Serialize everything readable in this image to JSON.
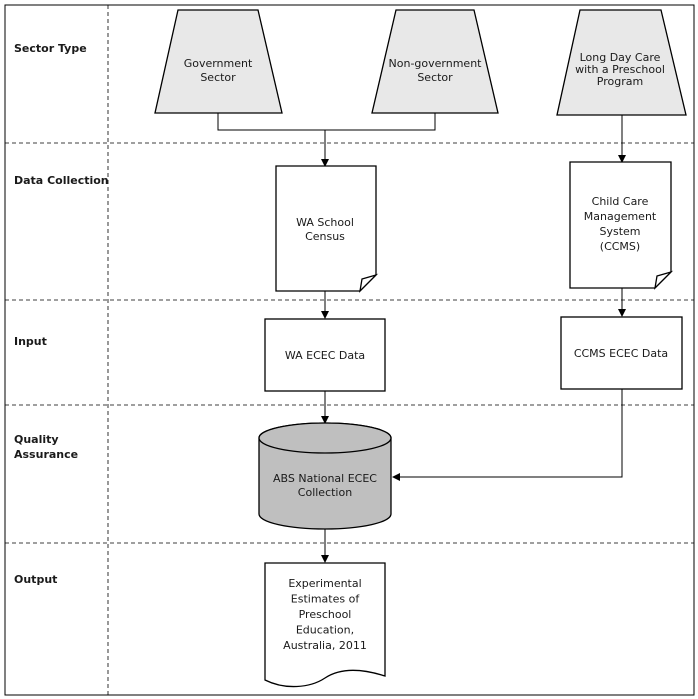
{
  "lanes": [
    {
      "id": "sector-type",
      "label": "Sector Type"
    },
    {
      "id": "data-collection",
      "label": "Data Collection"
    },
    {
      "id": "input",
      "label": "Input"
    },
    {
      "id": "quality-assurance",
      "label": "Quality\nAssurance"
    },
    {
      "id": "output",
      "label": "Output"
    }
  ],
  "nodes": {
    "government": {
      "label": "Government\nSector"
    },
    "non_government": {
      "label": "Non-government\nSector"
    },
    "long_day_care": {
      "label": "Long Day Care\nwith a Preschool\nProgram"
    },
    "wa_census": {
      "label": "WA School\nCensus"
    },
    "ccms": {
      "label": "Child Care\nManagement\nSystem\n(CCMS)"
    },
    "wa_ecec": {
      "label": "WA ECEC Data"
    },
    "ccms_ecec": {
      "label": "CCMS ECEC Data"
    },
    "abs_collection": {
      "label": "ABS National ECEC\nCollection"
    },
    "estimates": {
      "label": "Experimental\nEstimates of\nPreschool\nEducation,\nAustralia, 2011"
    }
  },
  "colors": {
    "trapezoid_fill": "#e8e8e8",
    "cylinder_fill": "#bfbfbf",
    "line": "#000000"
  }
}
